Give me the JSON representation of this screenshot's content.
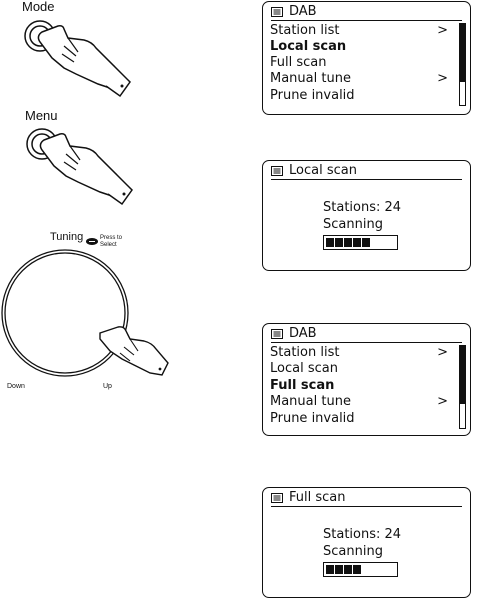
{
  "illustration": {
    "mode_label": "Mode",
    "menu_label": "Menu",
    "tuning_label": "Tuning",
    "press_to_label": "Press to",
    "select_label": "Select",
    "down_label": "Down",
    "up_label": "Up"
  },
  "screens": [
    {
      "title": "DAB",
      "icon": "menu-list-icon",
      "items": [
        {
          "label": "Station list",
          "arrow": ">"
        },
        {
          "label": "Local scan",
          "arrow": ""
        },
        {
          "label": "Full scan",
          "arrow": ""
        },
        {
          "label": "Manual tune",
          "arrow": ">"
        },
        {
          "label": "Prune invalid",
          "arrow": ""
        }
      ],
      "selected_index": 1
    },
    {
      "title": "Local scan",
      "icon": "menu-list-icon",
      "stations": "Stations: 24",
      "status": "Scanning",
      "progress_segments": 5
    },
    {
      "title": "DAB",
      "icon": "menu-list-icon",
      "items": [
        {
          "label": "Station list",
          "arrow": ">"
        },
        {
          "label": "Local scan",
          "arrow": ""
        },
        {
          "label": "Full scan",
          "arrow": ""
        },
        {
          "label": "Manual tune",
          "arrow": ">"
        },
        {
          "label": "Prune invalid",
          "arrow": ""
        }
      ],
      "selected_index": 2
    },
    {
      "title": "Full scan",
      "icon": "menu-list-icon",
      "stations": "Stations: 24",
      "status": "Scanning",
      "progress_segments": 4
    }
  ]
}
